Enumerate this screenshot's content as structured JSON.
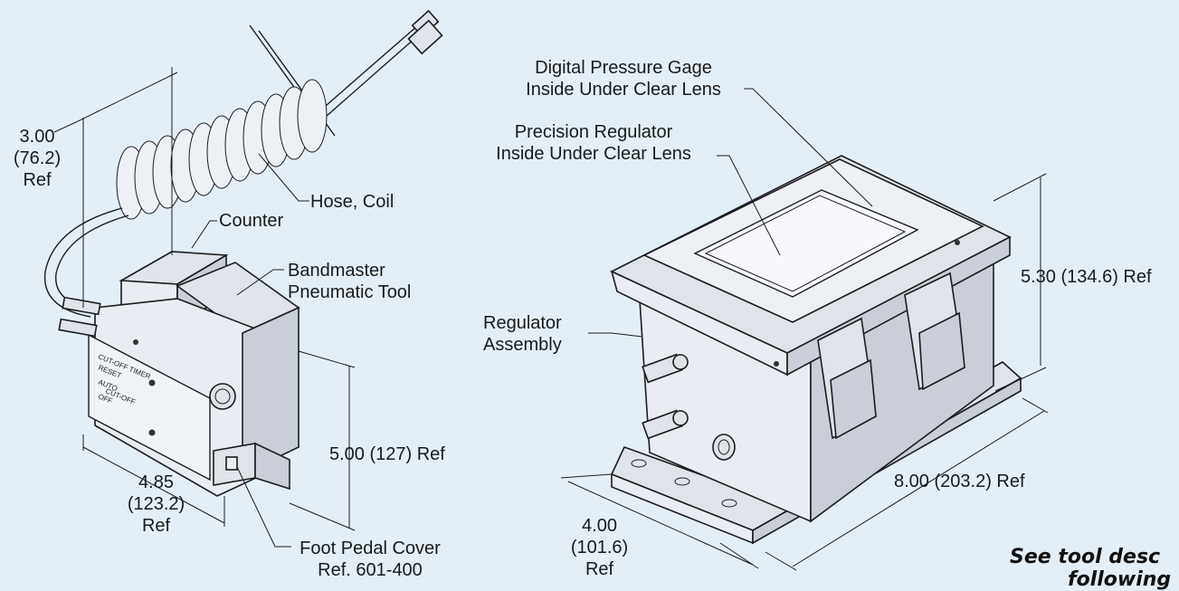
{
  "labels": {
    "dim_300": "3.00\n(76.2)\nRef",
    "hose_coil": "Hose, Coil",
    "counter": "Counter",
    "bandmaster": "Bandmaster\nPneumatic Tool",
    "dim_485": "4.85\n(123.2)\nRef",
    "dim_500": "5.00 (127) Ref",
    "foot_pedal": "Foot Pedal Cover\nRef. 601-400",
    "digital_gage": "Digital Pressure Gage\nInside Under Clear Lens",
    "precision_reg": "Precision Regulator\nInside Under Clear Lens",
    "reg_assembly": "Regulator\nAssembly",
    "dim_530": "5.30 (134.6) Ref",
    "dim_800": "8.00 (203.2) Ref",
    "dim_400": "4.00\n(101.6)\nRef",
    "see_tool": "See tool desc",
    "following": "following"
  },
  "panel_text": {
    "cut_off_timer": "CUT-OFF TIMER",
    "reset": "RESET",
    "auto": "AUTO",
    "cut_off": "CUT-OFF",
    "off": "OFF"
  }
}
